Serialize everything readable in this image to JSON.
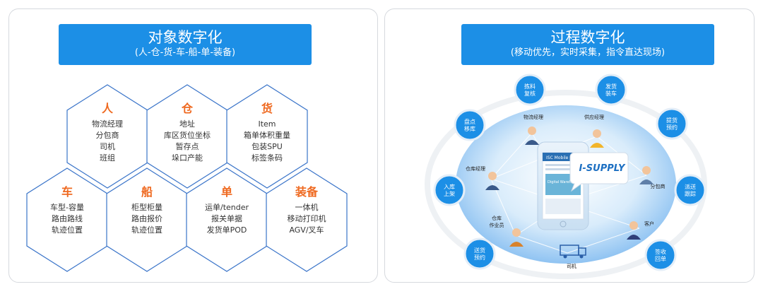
{
  "left": {
    "title": "对象数字化",
    "subtitle": "(人-仓-货-车-船-单-装备)",
    "hexagons": [
      {
        "title": "人",
        "lines": [
          "物流经理",
          "分包商",
          "司机",
          "班组"
        ]
      },
      {
        "title": "仓",
        "lines": [
          "地址",
          "库区货位坐标",
          "暂存点",
          "垛口产能"
        ]
      },
      {
        "title": "货",
        "lines": [
          "Item",
          "箱单体积重量",
          "包装SPU",
          "标签条码"
        ]
      },
      {
        "title": "车",
        "lines": [
          "车型-容量",
          "路由路线",
          "轨迹位置"
        ]
      },
      {
        "title": "船",
        "lines": [
          "柜型柜量",
          "路由报价",
          "轨迹位置"
        ]
      },
      {
        "title": "单",
        "lines": [
          "运单/tender",
          "报关单据",
          "发货单POD"
        ]
      },
      {
        "title": "装备",
        "lines": [
          "一体机",
          "移动打印机",
          "AGV/叉车"
        ]
      }
    ]
  },
  "right": {
    "title": "过程数字化",
    "subtitle": "(移动优先，实时采集，指令直达现场)",
    "brand": "I-SUPPLY",
    "phone_header": "ISC Mobile",
    "phone_text": "Digital Warehouse",
    "nodes": [
      {
        "l1": "拣料",
        "l2": "复核"
      },
      {
        "l1": "发货",
        "l2": "装车"
      },
      {
        "l1": "提货",
        "l2": "预约"
      },
      {
        "l1": "派送",
        "l2": "跟踪"
      },
      {
        "l1": "签收",
        "l2": "回单"
      },
      {
        "l1": "送货",
        "l2": "预约"
      },
      {
        "l1": "入库",
        "l2": "上架"
      },
      {
        "l1": "盘点",
        "l2": "移库"
      }
    ],
    "roles": [
      {
        "label": "物流经理"
      },
      {
        "label": "供应经理"
      },
      {
        "label": "仓库经理"
      },
      {
        "label": "分包商"
      },
      {
        "label": "客户"
      },
      {
        "label": "仓库"
      },
      {
        "label": "作业员"
      },
      {
        "label": "司机"
      }
    ]
  },
  "colors": {
    "accent": "#1c8fe6",
    "hex_title": "#ef6a21",
    "hex_border": "#3a74c9",
    "node": "#1c8fe6"
  }
}
